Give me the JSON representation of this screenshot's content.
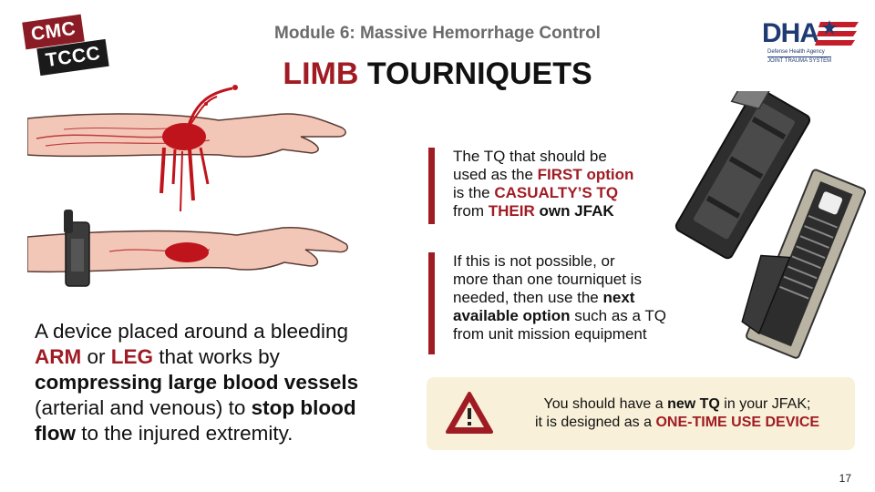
{
  "logo": {
    "line1": "CMC",
    "line2": "TCCC"
  },
  "header": {
    "module": "Module 6: Massive Hemorrhage Control",
    "title_red": "LIMB",
    "title_rest": " TOURNIQUETS"
  },
  "dha_logo": {
    "letters": "DHA",
    "agency": "Defense Health Agency",
    "system": "JOINT TRAUMA SYSTEM"
  },
  "description": {
    "t1": "A device placed around a bleeding ",
    "arm": "ARM",
    "t2": " or ",
    "leg": "LEG",
    "t3": " that works by ",
    "bold1": "compressing large blood vessels",
    "t4": " (arterial and venous) to ",
    "bold2": "stop blood flow",
    "t5": " to the injured extremity."
  },
  "callout1": {
    "l1": "The TQ that should be",
    "l2a": "used as the ",
    "first": "FIRST option",
    "l3a": "is the ",
    "casualty": "CASUALTY’S TQ",
    "l4a": "from ",
    "their": "THEIR",
    "l4b": " own JFAK"
  },
  "callout2": {
    "l1": "If this is not possible, or",
    "l2": "more than one tourniquet is",
    "l3a": "needed, then use the ",
    "next": "next",
    "available": "available option",
    "l4b": " such as a TQ",
    "l5": "from unit mission equipment"
  },
  "warning": {
    "a": "You should have a ",
    "new_tq": "new TQ",
    "b": " in your JFAK;",
    "c": " it is designed as a ",
    "one_time": "ONE-TIME USE DEVICE"
  },
  "page_number": "17",
  "colors": {
    "accent_red": "#a01c24",
    "warning_bg": "#f8f0d8",
    "dha_blue": "#1f3b73"
  }
}
